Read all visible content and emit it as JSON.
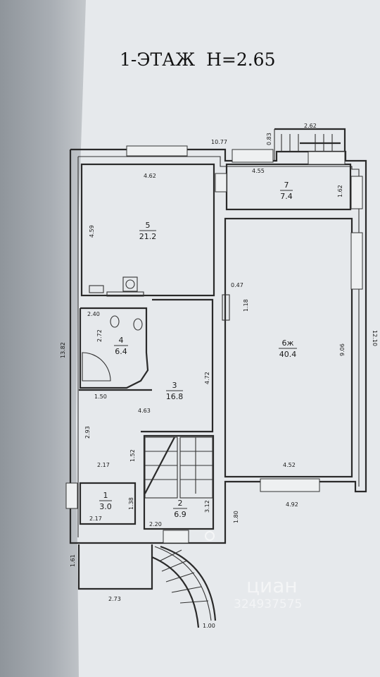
{
  "title": "1-ЭТАЖ  Н=2.65",
  "rooms": [
    {
      "num": "5",
      "area": "21.2"
    },
    {
      "num": "7",
      "area": "7.4"
    },
    {
      "num": "4",
      "area": "6.4"
    },
    {
      "num": "3",
      "area": "16.8"
    },
    {
      "num": "6ж",
      "area": "40.4"
    },
    {
      "num": "1",
      "area": "3.0"
    },
    {
      "num": "2",
      "area": "6.9"
    }
  ],
  "dims": [
    "10.77",
    "2.62",
    "0.83",
    "4.62",
    "4.55",
    "1.62",
    "4.59",
    "0.47",
    "1.18",
    "2.40",
    "2.72",
    "12.10",
    "13.82",
    "9.06",
    "4.72",
    "1.50",
    "4.63",
    "2.93",
    "2.17",
    "1.52",
    "4.52",
    "4.92",
    "1.38",
    "2.17",
    "2.20",
    "3.12",
    "1.80",
    "1.61",
    "2.73",
    "1.00"
  ],
  "watermark": {
    "brand": "циан",
    "id": "324937575"
  }
}
